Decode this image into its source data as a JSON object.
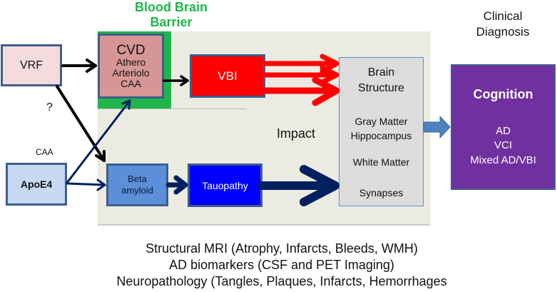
{
  "title_bbb": "Blood Brain Barrier",
  "clinical_diagnosis": [
    "Clinical",
    "Diagnosis"
  ],
  "nodes": {
    "vrf": "VRF",
    "cvd": {
      "title": "CVD",
      "items": [
        "Athero",
        "Arteriolo",
        "CAA"
      ]
    },
    "vbi": "VBI",
    "apoe4": "ApoE4",
    "beta_amyloid": [
      "Beta",
      "amyloid"
    ],
    "tauopathy": "Tauopathy",
    "brain_structure": {
      "title": [
        "Brain",
        "Structure"
      ],
      "items": [
        "Gray Matter",
        "Hippocampus",
        "White Matter",
        "Synapses"
      ]
    },
    "cognition": {
      "title": "Cognition",
      "items": [
        "AD",
        "VCI",
        "Mixed AD/VBI"
      ]
    }
  },
  "labels": {
    "question": "?",
    "caa": "CAA",
    "impact": "Impact"
  },
  "bottom_text": [
    "Structural MRI (Atrophy, Infarcts, Bleeds, WMH)",
    "AD biomarkers (CSF and PET Imaging)",
    "Neuropathology (Tangles, Plaques, Infarcts, Hemorrhages"
  ],
  "colors": {
    "bbb_green": "#1fb54a",
    "vbi_red": "#ff0000",
    "tau_blue": "#0000ff",
    "navy_arrow": "#002060",
    "cognition_purple": "#7030a0"
  }
}
